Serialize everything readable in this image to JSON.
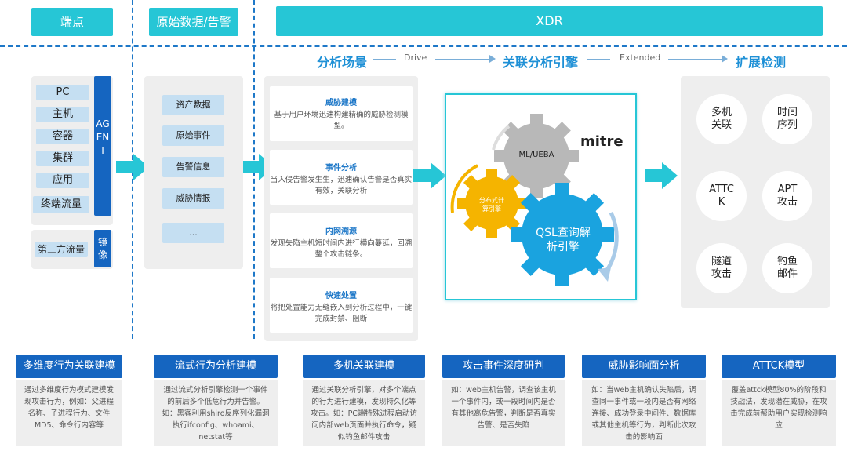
{
  "headers": {
    "endpoint": "端点",
    "raw_data": "原始数据/告警",
    "xdr": "XDR"
  },
  "flow": {
    "analysis_scene": "分析场景",
    "drive": "Drive",
    "correlation_engine": "关联分析引擎",
    "extended": "Extended",
    "extended_detection": "扩展检测"
  },
  "endpoint": {
    "items": [
      "PC",
      "主机",
      "容器",
      "集群",
      "应用",
      "终端流量"
    ],
    "agent": "AGENT",
    "third_party": "第三方流量",
    "mirror": "镜像"
  },
  "raw": {
    "items": [
      "资产数据",
      "原始事件",
      "告警信息",
      "威胁情报",
      "..."
    ]
  },
  "scenarios": [
    {
      "title": "威胁建模",
      "desc": "基于用户环境迅速构建精确的威胁检测模型。"
    },
    {
      "title": "事件分析",
      "desc": "当入侵告警发生生，迅速确认告警是否真实有效，关联分析"
    },
    {
      "title": "内网溯源",
      "desc": "发现失陷主机短时间内进行横向蔓延，回溯整个攻击链条。"
    },
    {
      "title": "快速处置",
      "desc": "将把处置能力无缝嵌入到分析过程中，一键完成封禁、阻断"
    }
  ],
  "engine": {
    "mitre": "mitre",
    "ml_ueba": "ML/UEBA",
    "stream": "分布式计算引擎",
    "qsl": "QSL查询解析引擎"
  },
  "detection": [
    "多机关联",
    "时间序列",
    "ATTCK",
    "APT攻击",
    "隧道攻击",
    "钓鱼邮件"
  ],
  "bottom": [
    {
      "title": "多维度行为关联建模",
      "desc": "通过多维度行为模式建模发现攻击行为，例如：父进程名称、子进程行为、文件MD5、命令行内容等"
    },
    {
      "title": "流式行为分析建模",
      "desc": "通过流式分析引擎检测一个事件的前后多个低危行为并告警。如：黑客利用shiro反序列化漏洞执行ifconfig、whoami、netstat等"
    },
    {
      "title": "多机关联建模",
      "desc": "通过关联分析引擎，对多个端点的行为进行建模，发现持久化等攻击。如：PC端特殊进程启动访问内部web页面并执行命令，疑似钓鱼邮件攻击"
    },
    {
      "title": "攻击事件深度研判",
      "desc": "如：web主机告警，调查该主机一个事件内，或一段时间内是否有其他高危告警，判断是否真实告警、是否失陷"
    },
    {
      "title": "威胁影响面分析",
      "desc": "如：当web主机确认失陷后，调查同一事件或一段内是否有网络连接、成功登录中间件、数据库或其他主机等行为，判断此次攻击的影响面"
    },
    {
      "title": "ATTCK模型",
      "desc": "覆盖attck模型80%的阶段和技战法，发现潜在威胁，在攻击完成前帮助用户实现检测响应"
    }
  ],
  "colors": {
    "cyan": "#26c6d6",
    "blue": "#1565c0",
    "accent": "#1e90d6",
    "gear_yellow": "#f5b400",
    "gear_gray": "#b0b0b0",
    "gear_blue": "#1aa3df"
  }
}
